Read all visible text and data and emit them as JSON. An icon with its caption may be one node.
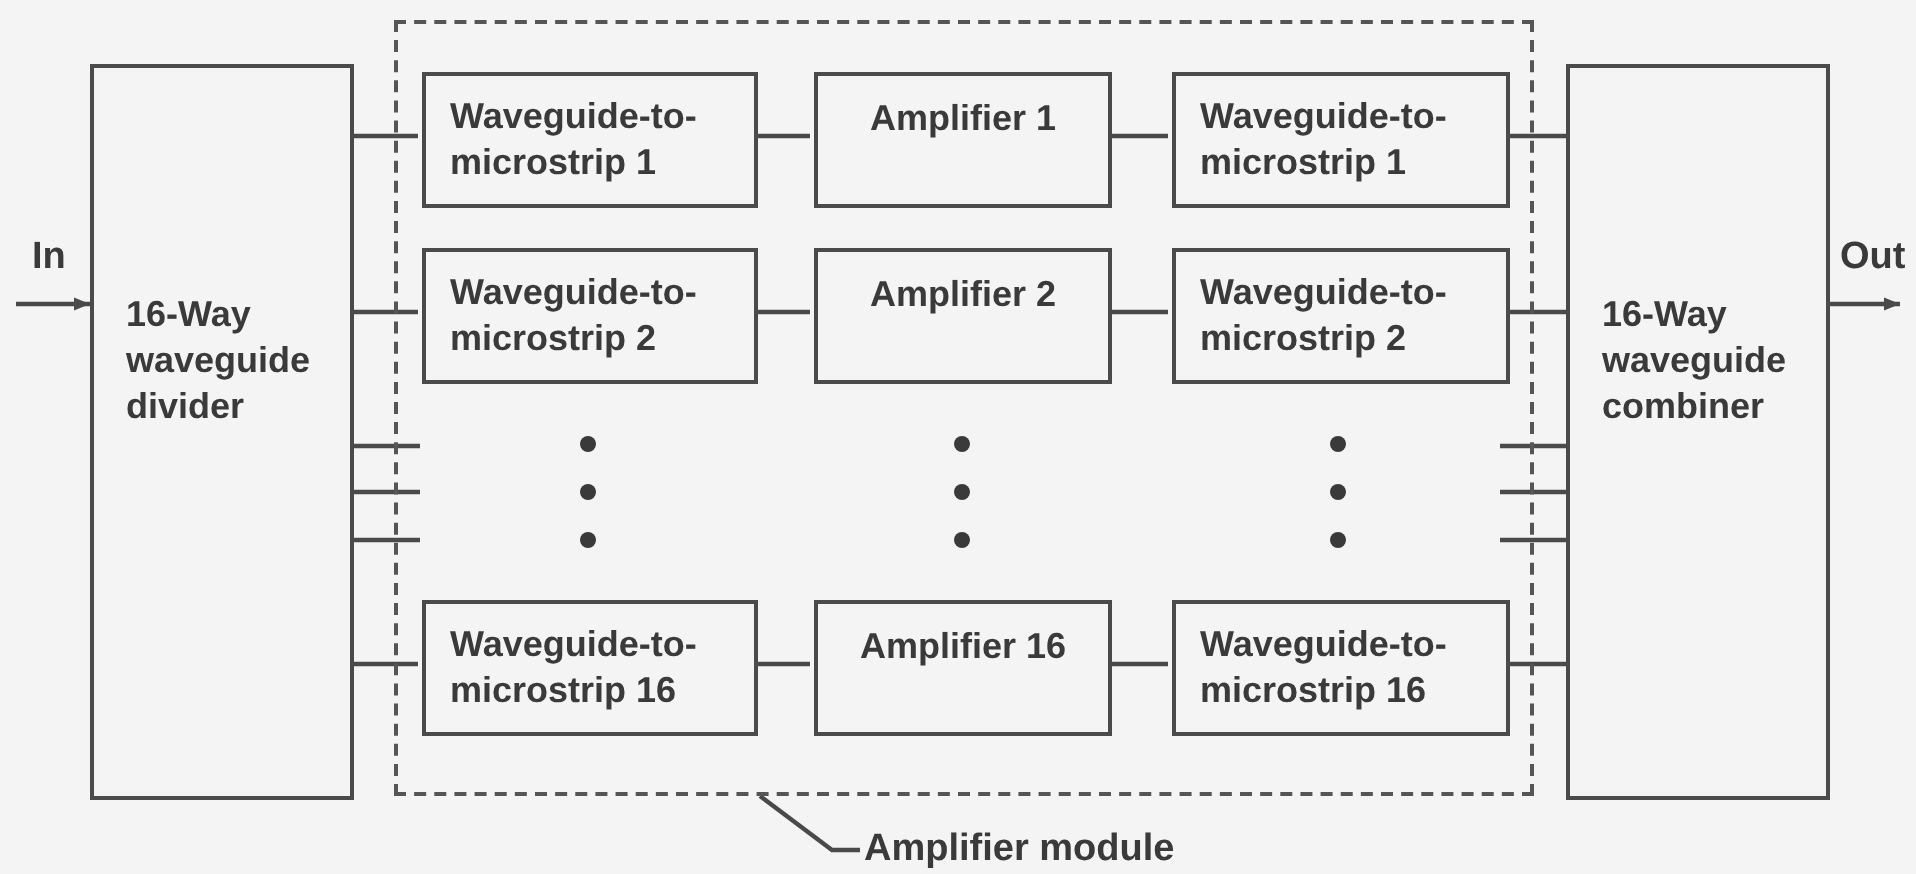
{
  "diagram": {
    "nodes": [
      {
        "text": [
          "16-Way waveguide divider"
        ]
      },
      {
        "text": [],
        "shape": "box"
      },
      {
        "text": [
          "Waveguide-to- microstrip 1"
        ],
        "in": 1
      },
      {
        "text": [
          "Amplifier 1"
        ],
        "in": 1
      },
      {
        "text": [
          "Waveguide-to- microstrip 1"
        ],
        "in": 1
      },
      {
        "text": [
          "Waveguide-to- microstrip 2"
        ],
        "in": 1
      },
      {
        "text": [
          "Amplifier 2"
        ],
        "in": 1
      },
      {
        "text": [
          "Waveguide-to- microstrip 2"
        ],
        "in": 1
      },
      {
        "text": [
          "Waveguide-to- microstrip 16"
        ],
        "in": 1
      },
      {
        "text": [
          "Amplifier 16"
        ],
        "in": 1
      },
      {
        "text": [
          "Waveguide-to- microstrip 16"
        ],
        "in": 1
      },
      {
        "text": [
          "16-Way waveguide combiner"
        ]
      },
      {
        "text": [
          "Amplifier module"
        ]
      }
    ],
    "edges": [
      {
        "from": null,
        "to": 0,
        "arrow": "to",
        "label": "In"
      },
      {
        "from": 0,
        "to": 2,
        "arrow": "none"
      },
      {
        "from": 2,
        "to": 3,
        "arrow": "none"
      },
      {
        "from": 3,
        "to": 4,
        "arrow": "none"
      },
      {
        "from": 4,
        "to": 11,
        "arrow": "none"
      },
      {
        "from": 0,
        "to": 5,
        "arrow": "none"
      },
      {
        "from": 5,
        "to": 6,
        "arrow": "none"
      },
      {
        "from": 6,
        "to": 7,
        "arrow": "none"
      },
      {
        "from": 7,
        "to": 11,
        "arrow": "none"
      },
      {
        "from": 0,
        "to": 8,
        "arrow": "none"
      },
      {
        "from": 8,
        "to": 9,
        "arrow": "none"
      },
      {
        "from": 9,
        "to": 10,
        "arrow": "none"
      },
      {
        "from": 10,
        "to": 11,
        "arrow": "none"
      },
      {
        "from": 11,
        "to": null,
        "arrow": "to",
        "label": "Out"
      },
      {
        "from": 12,
        "to": 1,
        "arrow": "none"
      }
    ]
  }
}
